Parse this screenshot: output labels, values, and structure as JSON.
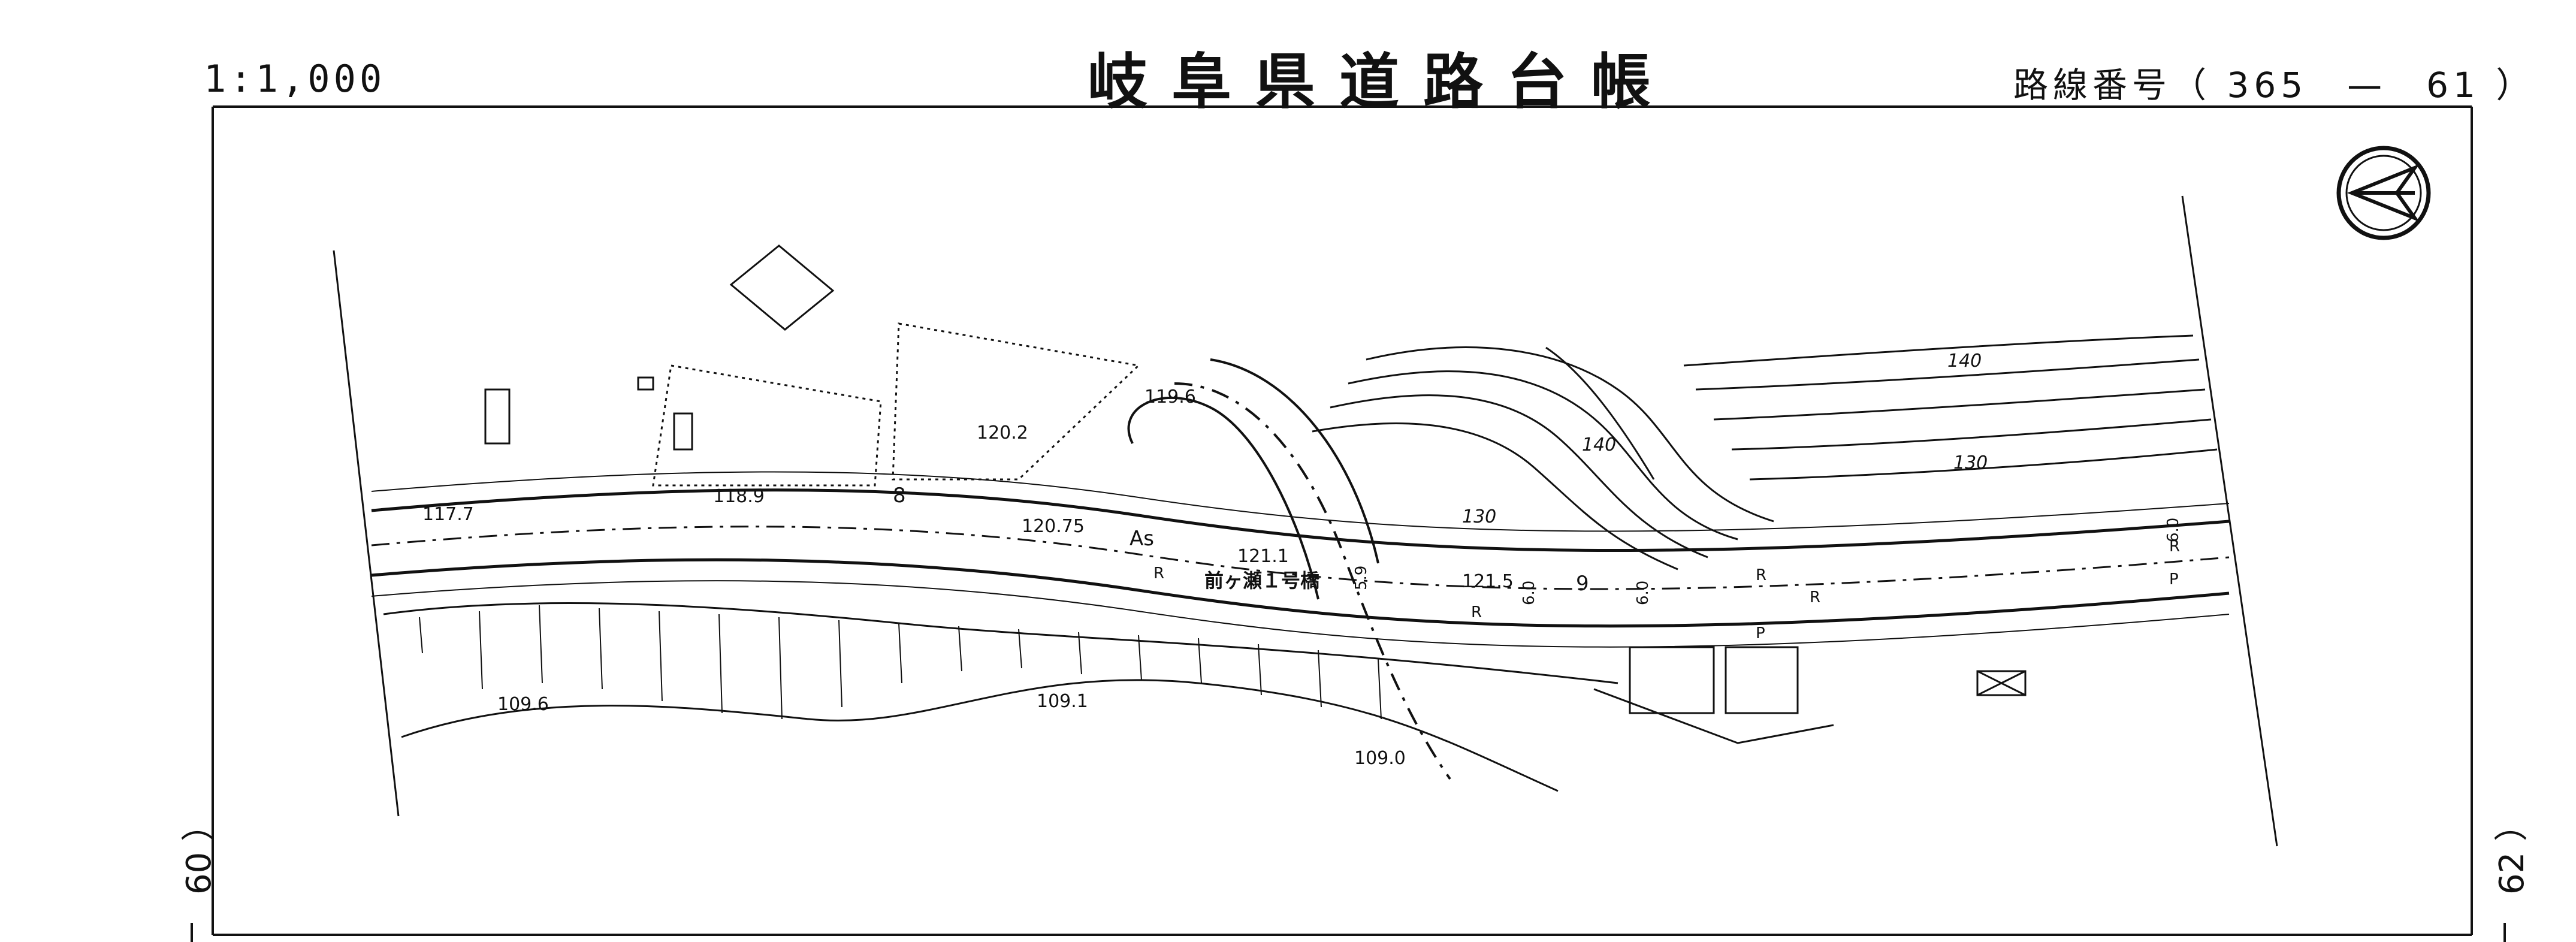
{
  "header": {
    "scale": "1:1,000",
    "title": "岐阜県道路台帳",
    "route_number": "路線番号（ 365　—　61 ）"
  },
  "page_numbers": {
    "left": "60 ）",
    "right": "62 ）"
  },
  "map": {
    "north_arrow": "north-arrow-icon",
    "elevation_labels": [
      "117.7",
      "118.9",
      "120.2",
      "119.6",
      "120.75",
      "121.1",
      "121.5",
      "109.6",
      "109.1",
      "109.0"
    ],
    "contour_labels": [
      "140",
      "140",
      "130",
      "130"
    ],
    "road_labels": {
      "surface": "As",
      "bridge": "前ヶ瀬１号橋",
      "width_a": "6.0",
      "width_b": "5.9",
      "width_c": "6.0",
      "width_d": "6.0",
      "section_8": "8",
      "section_9": "9"
    },
    "symbols": [
      "R",
      "R",
      "R",
      "R",
      "P",
      "P",
      "R"
    ]
  },
  "colors": {
    "ink": "#111111",
    "paper": "#ffffff"
  }
}
